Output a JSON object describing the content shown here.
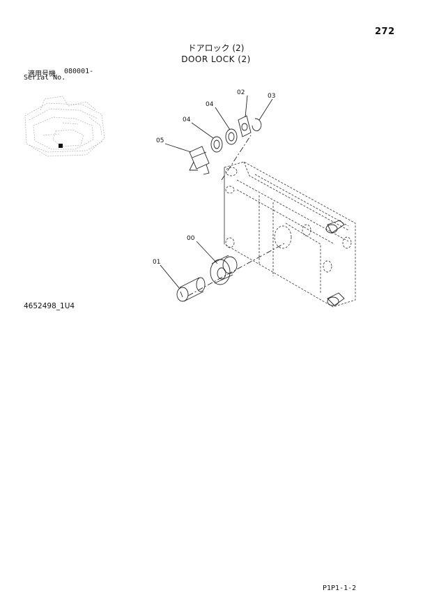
{
  "page_number": "272",
  "title_jp": "ドアロック (2)",
  "title_en": "DOOR LOCK (2)",
  "serial_label_jp": "適用号機",
  "serial_value": "080001-",
  "serial_label_en": "Serial No.",
  "part_number": "4652498_1U4",
  "footer_code": "P1P1-1-2",
  "callouts": {
    "c00": "00",
    "c01": "01",
    "c02": "02",
    "c03": "03",
    "c04a": "04",
    "c04b": "04",
    "c05": "05"
  }
}
